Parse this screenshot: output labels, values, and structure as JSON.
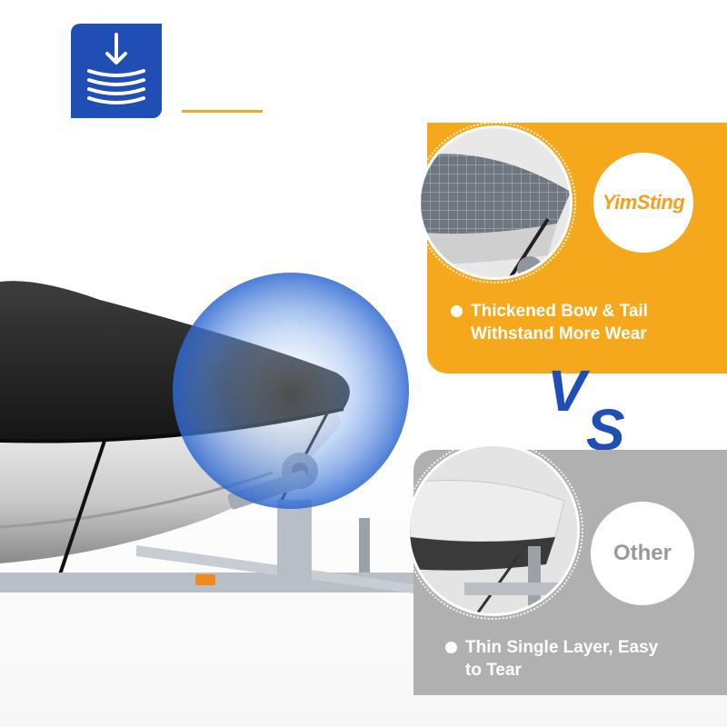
{
  "header": {
    "icon": "download-lines-icon",
    "accent_color": "#f5a81c",
    "badge_color": "#1f4fb5"
  },
  "comparison": {
    "top": {
      "brand": "YimSting",
      "feature_line1": "Thickened Bow & Tail",
      "feature_line2": "Withstand More Wear",
      "panel_color": "#f6a81d"
    },
    "vs_label": "VS",
    "bottom": {
      "brand": "Other",
      "feature_line1": "Thin Single Layer, Easy",
      "feature_line2": "to Tear",
      "panel_color": "#b0b0b0"
    }
  }
}
